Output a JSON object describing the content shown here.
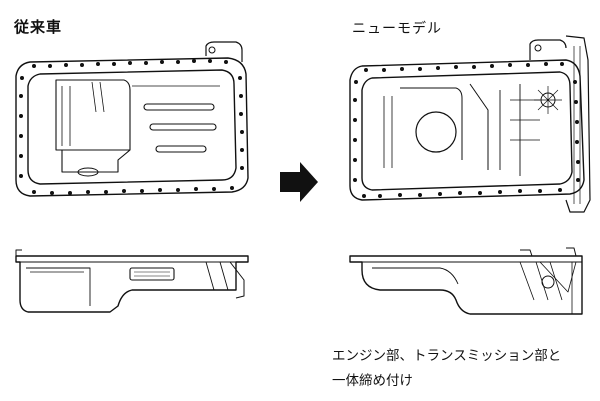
{
  "labels": {
    "old_model": "従来車",
    "new_model": "ニューモデル"
  },
  "caption": {
    "line1": "エンジン部、トランスミッション部と",
    "line2": "一体締め付け"
  },
  "icons": {
    "transition": "right-arrow-icon"
  },
  "colors": {
    "ink": "#111111",
    "paper": "#ffffff"
  }
}
